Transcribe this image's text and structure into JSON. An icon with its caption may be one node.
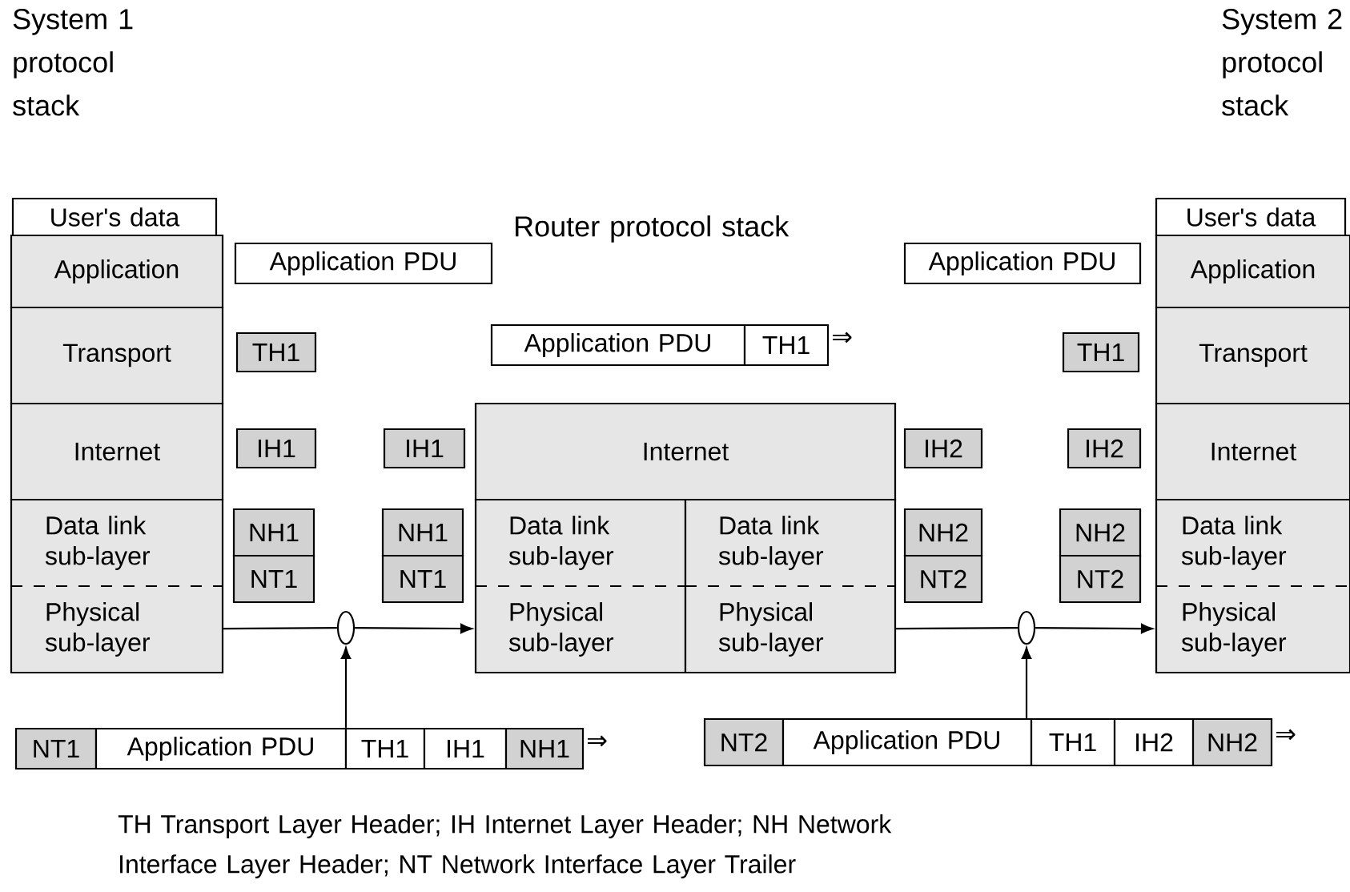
{
  "diagram": {
    "caption": "TH Transport Layer Header; IH Internet Layer Header; NH Network Interface Layer Header; NT Network Interface Layer Trailer",
    "nodes": [
      {
        "text": [
          "User's data"
        ]
      },
      {
        "text": [
          "Application"
        ]
      },
      {
        "text": [
          "Transport"
        ]
      },
      {
        "text": [
          "Internet"
        ]
      },
      {
        "text": [
          "Data link sub-layer"
        ]
      },
      {
        "text": [
          "Physical sub-layer"
        ]
      },
      {
        "text": [
          "Application PDU"
        ]
      },
      {
        "text": [
          "TH1"
        ]
      },
      {
        "text": [
          "IH1"
        ]
      },
      {
        "text": [
          "NH1"
        ]
      },
      {
        "text": [
          "NT1"
        ]
      },
      {
        "text": [
          "IH1"
        ]
      },
      {
        "text": [
          "NH1"
        ]
      },
      {
        "text": [
          "NT1"
        ]
      },
      {
        "text": [
          "Application PDU"
        ]
      },
      {
        "text": [
          "TH1"
        ],
        "beside": [
          "⇒"
        ]
      },
      {
        "text": [
          "Internet"
        ]
      },
      {
        "text": [
          "Data link sub-layer"
        ]
      },
      {
        "text": [
          "Physical sub-layer"
        ]
      },
      {
        "text": [
          "Data link sub-layer"
        ]
      },
      {
        "text": [
          "Physical sub-layer"
        ]
      },
      {
        "text": [
          "Application PDU"
        ]
      },
      {
        "text": [
          "IH2"
        ]
      },
      {
        "text": [
          "NH2"
        ]
      },
      {
        "text": [
          "NT2"
        ]
      },
      {
        "text": [
          "TH1"
        ]
      },
      {
        "text": [
          "IH2"
        ]
      },
      {
        "text": [
          "NH2"
        ]
      },
      {
        "text": [
          "NT2"
        ]
      },
      {
        "text": [
          "User's data"
        ]
      },
      {
        "text": [
          "Application"
        ]
      },
      {
        "text": [
          "Transport"
        ]
      },
      {
        "text": [
          "Internet"
        ]
      },
      {
        "text": [
          "Data link sub-layer"
        ]
      },
      {
        "text": [
          "Physical sub-layer"
        ]
      },
      {
        "text": [],
        "shape": "circle"
      },
      {
        "text": [],
        "shape": "circle"
      },
      {
        "text": [
          "NT1"
        ]
      },
      {
        "text": [
          "Application PDU"
        ]
      },
      {
        "text": [
          "TH1"
        ]
      },
      {
        "text": [
          "IH1"
        ]
      },
      {
        "text": [
          "NH1"
        ],
        "beside": [
          "⇒"
        ]
      },
      {
        "text": [
          "NT2"
        ]
      },
      {
        "text": [
          "Application PDU"
        ]
      },
      {
        "text": [
          "TH1"
        ]
      },
      {
        "text": [
          "IH2"
        ]
      },
      {
        "text": [
          "NH2"
        ],
        "beside": [
          "⇒"
        ]
      }
    ],
    "edges": [
      {
        "from": 5,
        "to": 35,
        "arrow": "none"
      },
      {
        "from": 35,
        "to": 18,
        "arrow": "to"
      },
      {
        "from": 20,
        "to": 36,
        "arrow": "none"
      },
      {
        "from": 36,
        "to": 34,
        "arrow": "to"
      },
      {
        "from": 38,
        "to": 35,
        "arrow": "to"
      },
      {
        "from": 43,
        "to": 36,
        "arrow": "to"
      }
    ],
    "labels": [
      "System 1 protocol stack",
      "Router protocol stack",
      "System 2 protocol stack"
    ]
  }
}
